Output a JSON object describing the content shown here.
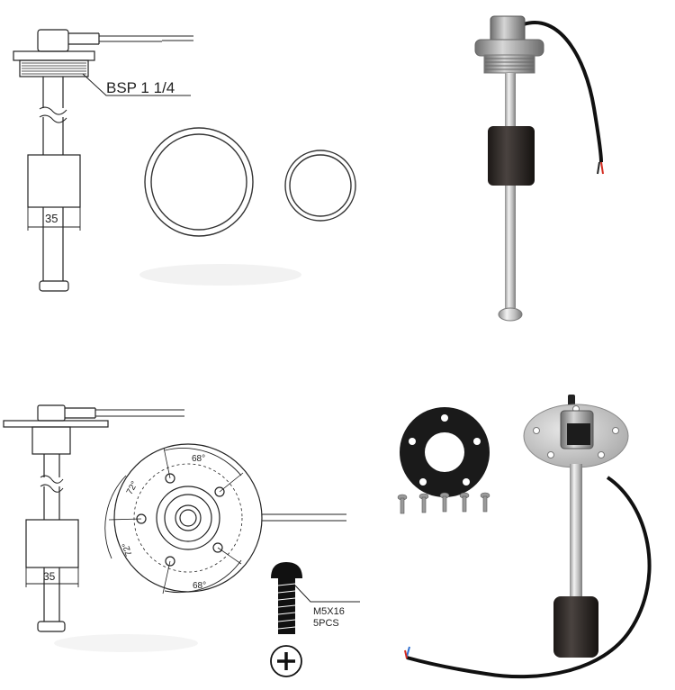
{
  "top_drawing": {
    "thread_label": "BSP 1 1/4",
    "float_width": "35"
  },
  "bottom_drawing": {
    "float_width": "35",
    "angle_top": "68°",
    "angle_left_top": "72°",
    "angle_left_bottom": "72°",
    "angle_bottom": "68°"
  },
  "screw": {
    "size_label": "M5X16",
    "count_label": "5PCS"
  },
  "colors": {
    "line": "#222222",
    "steel": "#c9c9c9",
    "float_black": "#2a2522",
    "cable": "#111111",
    "wire_red": "#d42a1e",
    "wire_blue": "#2f6fd0",
    "gasket": "#1a1a1a"
  }
}
